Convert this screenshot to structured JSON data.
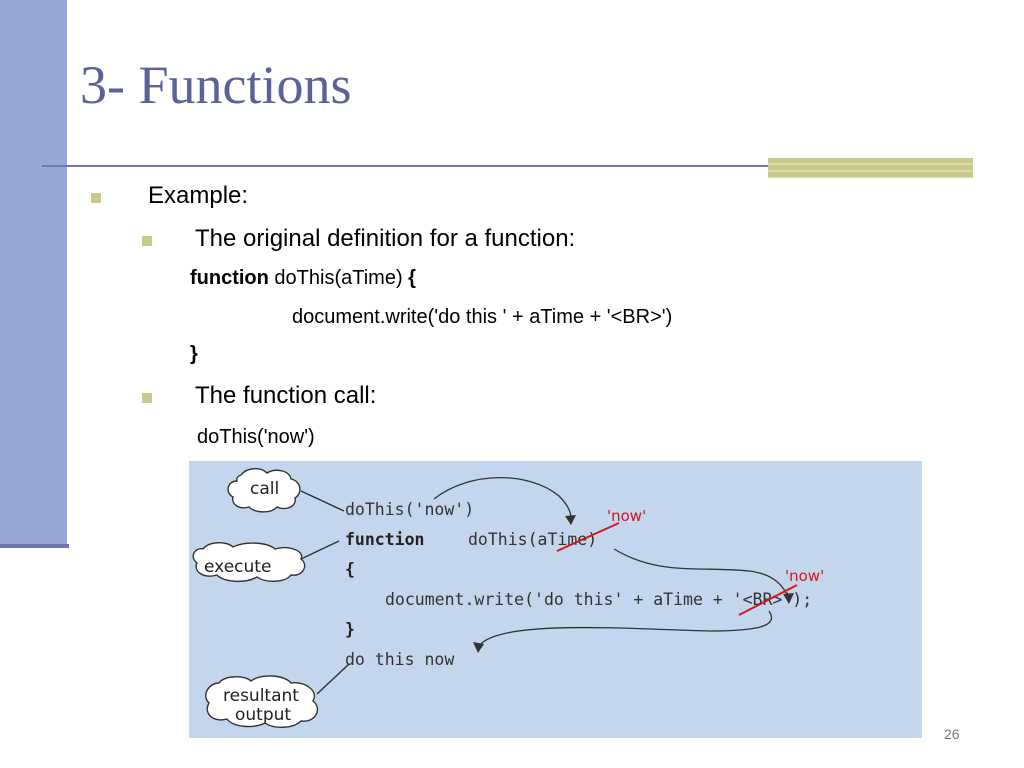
{
  "slide": {
    "title": "3- Functions",
    "page_number": "26"
  },
  "content": {
    "example_label": "Example:",
    "definition_label": "The original definition for a function:",
    "def_keyword": "function",
    "def_signature": " doThis(aTime) ",
    "def_open_brace": "{",
    "def_body": "document.write('do this ' + aTime + '<BR>')",
    "def_close_brace": "}",
    "call_label": "The function call:",
    "call_code": "doThis('now')"
  },
  "figure": {
    "code_lines": {
      "call": "doThis('now')",
      "keyword": "function",
      "signature": "doThis(aTime)",
      "open_brace": "{",
      "body": "document.write('do this' + aTime + '<BR>');",
      "close_brace": "}",
      "output": "do this now"
    },
    "callouts": {
      "call": "call",
      "execute": "execute",
      "resultant_1": "resultant",
      "resultant_2": "output"
    },
    "annotations": {
      "now_1": "'now'",
      "now_2": "'now'"
    }
  },
  "colors": {
    "title": "#5c6298",
    "left_bar": "#9aa6d6",
    "bullet": "#c9c98e",
    "figure_bg": "#c3d6ee",
    "annotation_red": "#d01818"
  }
}
